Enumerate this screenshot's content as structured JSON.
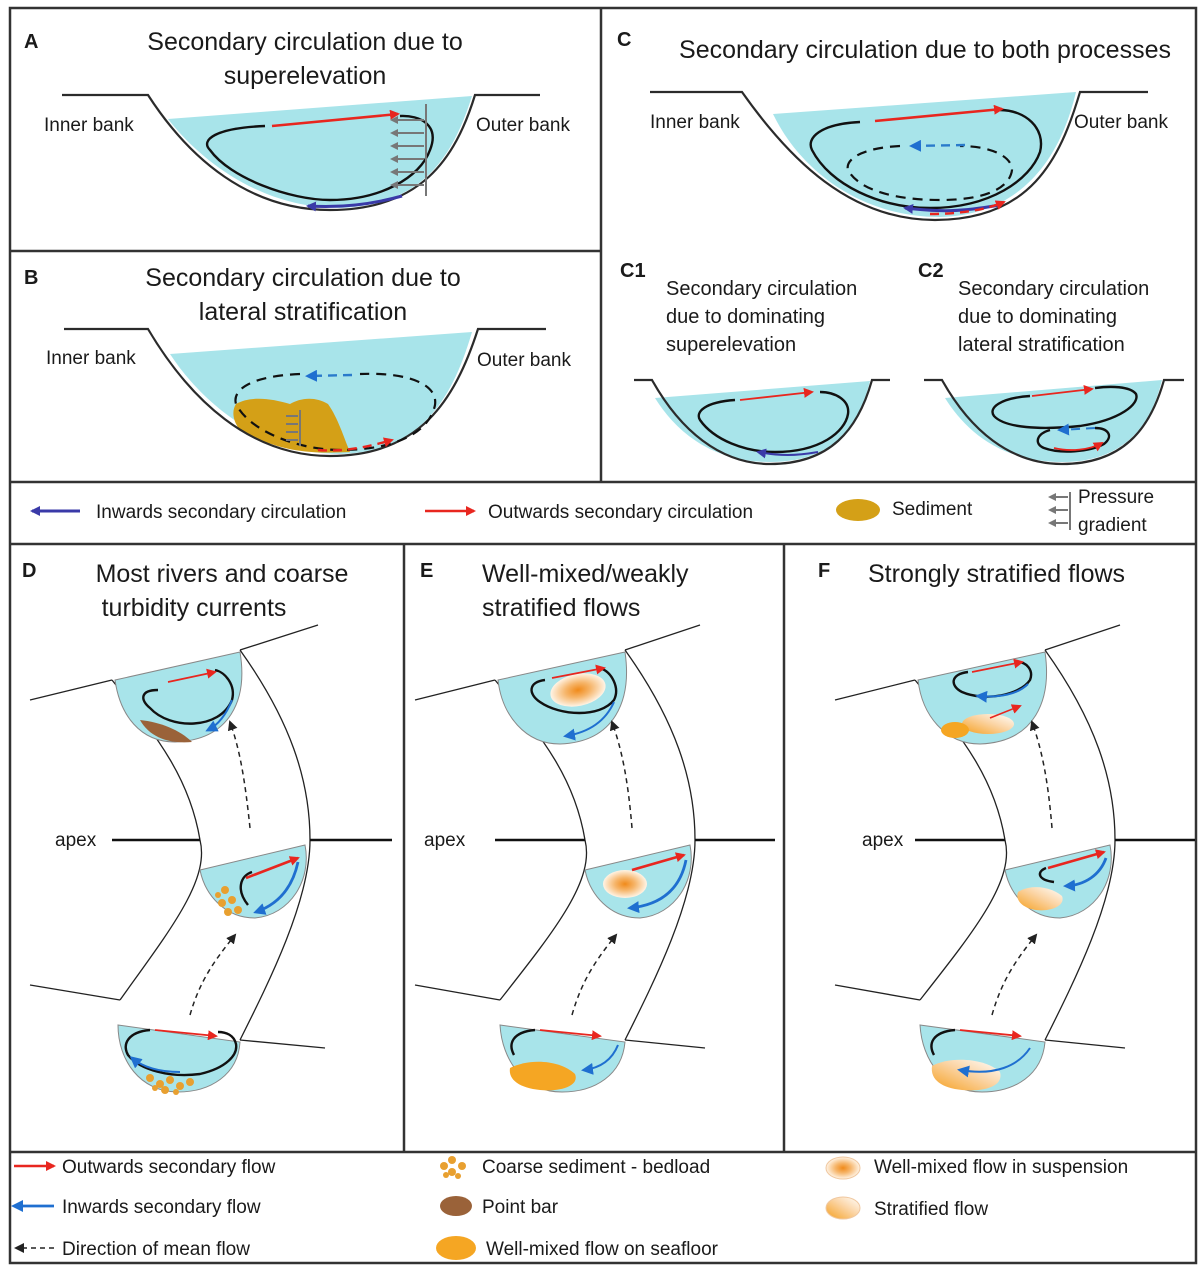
{
  "panels": {
    "A": {
      "letter": "A",
      "title_line1": "Secondary circulation due to",
      "title_line2": "superelevation",
      "inner_bank": "Inner bank",
      "outer_bank": "Outer bank"
    },
    "B": {
      "letter": "B",
      "title_line1": "Secondary circulation due to",
      "title_line2": "lateral stratification",
      "inner_bank": "Inner bank",
      "outer_bank": "Outer bank"
    },
    "C": {
      "letter": "C",
      "title": "Secondary circulation due to both processes",
      "inner_bank": "Inner bank",
      "outer_bank": "Outer bank"
    },
    "C1": {
      "letter": "C1",
      "line1": "Secondary circulation",
      "line2": "due to dominating",
      "line3": "superelevation"
    },
    "C2": {
      "letter": "C2",
      "line1": "Secondary circulation",
      "line2": "due to dominating",
      "line3": "lateral stratification"
    },
    "D": {
      "letter": "D",
      "title_line1": "Most rivers and coarse",
      "title_line2": "turbidity currents",
      "apex": "apex"
    },
    "E": {
      "letter": "E",
      "title_line1": "Well-mixed/weakly",
      "title_line2": "stratified flows",
      "apex": "apex"
    },
    "F": {
      "letter": "F",
      "title": "Strongly stratified flows",
      "apex": "apex"
    }
  },
  "legend_top": {
    "inwards": "Inwards secondary circulation",
    "outwards": "Outwards secondary circulation",
    "sediment": "Sediment",
    "pressure_line1": "Pressure",
    "pressure_line2": "gradient"
  },
  "legend_bottom": {
    "outwards_flow": "Outwards secondary flow",
    "inwards_flow": "Inwards secondary flow",
    "mean_flow": "Direction of mean flow",
    "coarse_sediment": "Coarse sediment - bedload",
    "point_bar": "Point bar",
    "well_mixed_seafloor": "Well-mixed flow on seafloor",
    "well_mixed_suspension": "Well-mixed flow in suspension",
    "stratified_flow": "Stratified flow"
  },
  "colors": {
    "water": "#a8e4ea",
    "outward_red": "#e8261f",
    "inward_navy": "#3a3aa8",
    "inward_blue": "#1f6fd0",
    "sediment": "#d4a017",
    "point_bar": "#9a6239",
    "orange_flow": "#f5a623"
  }
}
